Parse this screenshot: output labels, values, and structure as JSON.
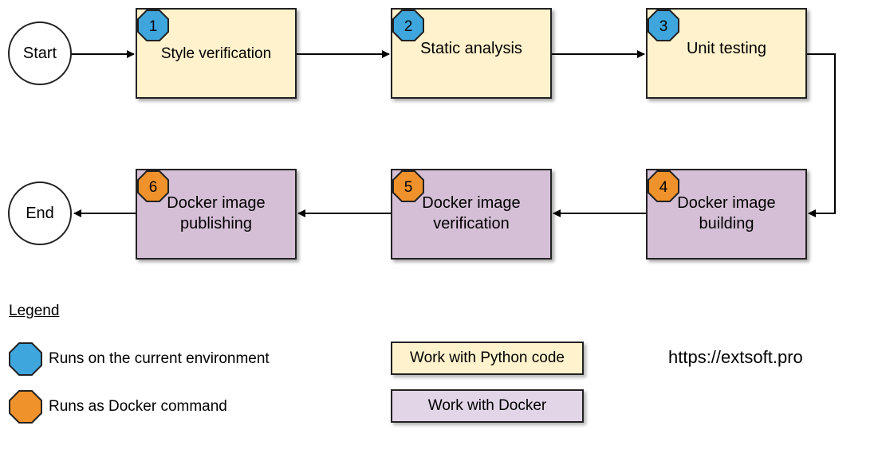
{
  "terminals": {
    "start": "Start",
    "end": "End"
  },
  "steps": [
    {
      "number": "1",
      "label_lines": [
        "Style verification"
      ],
      "kind": "python",
      "runs": "current-environment"
    },
    {
      "number": "2",
      "label_lines": [
        "Static analysis"
      ],
      "kind": "python",
      "runs": "current-environment"
    },
    {
      "number": "3",
      "label_lines": [
        "Unit testing"
      ],
      "kind": "python",
      "runs": "current-environment"
    },
    {
      "number": "4",
      "label_lines": [
        "Docker image",
        "building"
      ],
      "kind": "docker",
      "runs": "docker-command"
    },
    {
      "number": "5",
      "label_lines": [
        "Docker image",
        "verification"
      ],
      "kind": "docker",
      "runs": "docker-command"
    },
    {
      "number": "6",
      "label_lines": [
        "Docker image",
        "publishing"
      ],
      "kind": "docker",
      "runs": "docker-command"
    }
  ],
  "legend": {
    "title": "Legend",
    "current_env": "Runs on the current environment",
    "docker_cmd": "Runs as Docker command",
    "python_work": "Work with Python code",
    "docker_work": "Work with Docker"
  },
  "url": "https://extsoft.pro",
  "colors": {
    "python_fill": "#fff2cc",
    "docker_fill": "#d5bfd6",
    "current_env_badge": "#3fa6dd",
    "docker_cmd_badge": "#f0922b",
    "stroke": "#222222"
  }
}
